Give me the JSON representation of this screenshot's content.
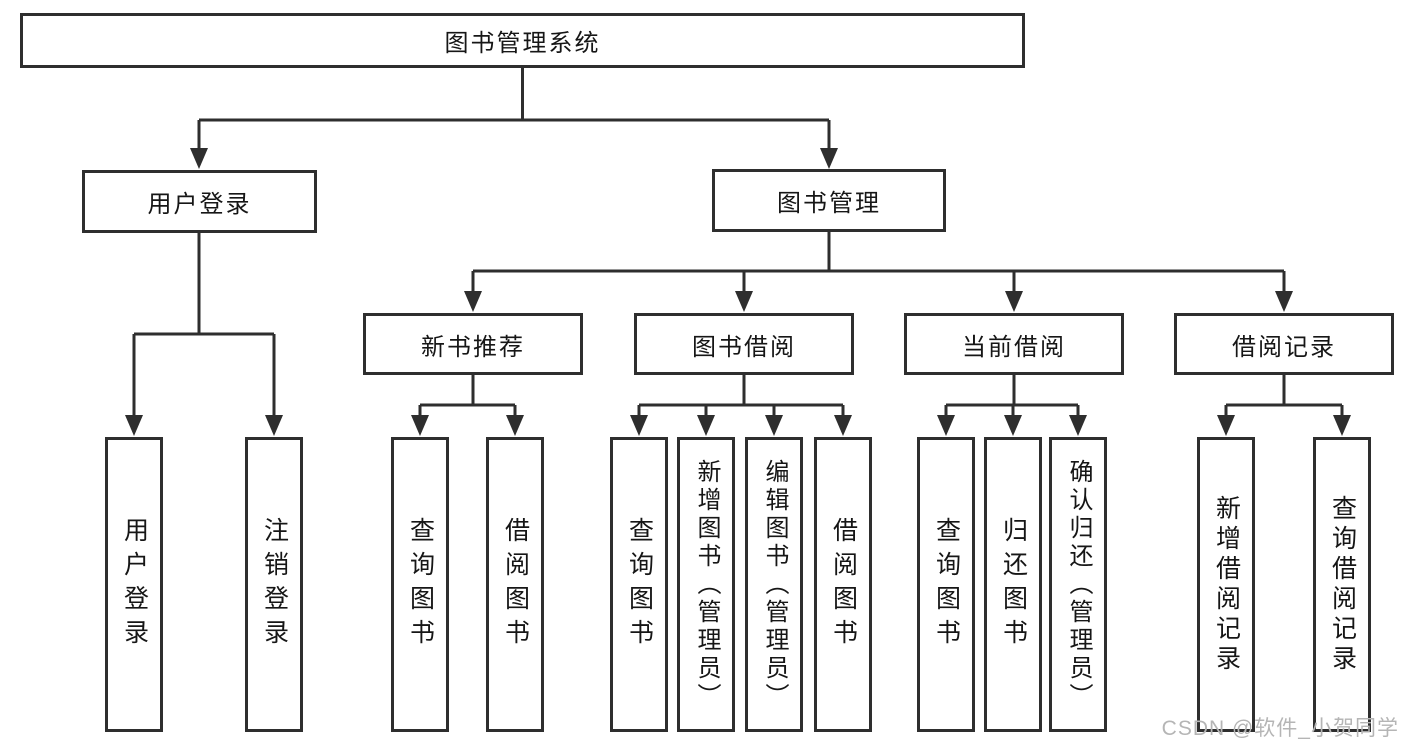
{
  "title": "图书管理系统",
  "level1": [
    {
      "label": "用户登录"
    },
    {
      "label": "图书管理"
    }
  ],
  "level2": [
    {
      "label": "新书推荐"
    },
    {
      "label": "图书借阅"
    },
    {
      "label": "当前借阅"
    },
    {
      "label": "借阅记录"
    }
  ],
  "leaves": {
    "user": [
      {
        "label": "用户登录"
      },
      {
        "label": "注销登录"
      }
    ],
    "recommend": [
      {
        "label": "查询图书"
      },
      {
        "label": "借阅图书"
      }
    ],
    "borrow": [
      {
        "label": "查询图书"
      },
      {
        "label": "新增图书（管理员）"
      },
      {
        "label": "编辑图书（管理员）"
      },
      {
        "label": "借阅图书"
      }
    ],
    "current": [
      {
        "label": "查询图书"
      },
      {
        "label": "归还图书"
      },
      {
        "label": "确认归还（管理员）"
      }
    ],
    "records": [
      {
        "label": "新增借阅记录"
      },
      {
        "label": "查询借阅记录"
      }
    ]
  },
  "watermark": "CSDN @软件_小贺同学",
  "colors": {
    "line": "#2e2e2e",
    "text": "#161616",
    "watermark": "#b5b5b5",
    "background": "#ffffff"
  }
}
